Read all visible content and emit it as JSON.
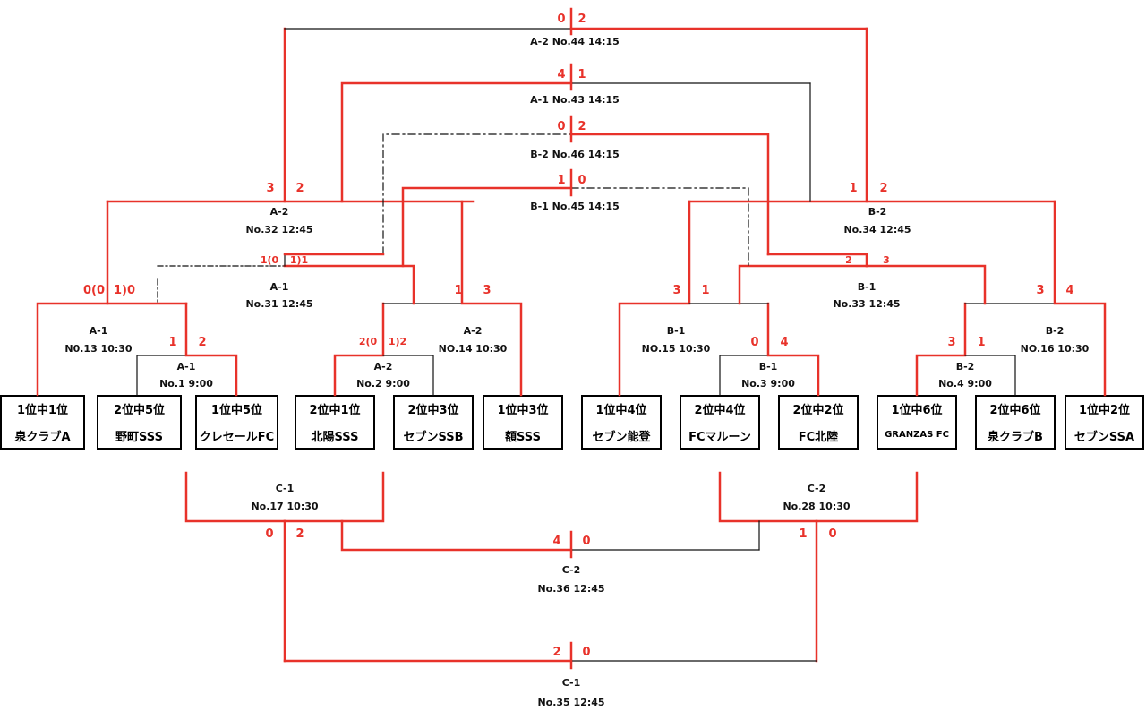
{
  "teams": [
    {
      "rank": "1位中1位",
      "name": "泉クラブA"
    },
    {
      "rank": "2位中5位",
      "name": "野町SSS"
    },
    {
      "rank": "1位中5位",
      "name": "クレセールFC"
    },
    {
      "rank": "2位中1位",
      "name": "北陽SSS"
    },
    {
      "rank": "2位中3位",
      "name": "セブンSSB"
    },
    {
      "rank": "1位中3位",
      "name": "額SSS"
    },
    {
      "rank": "1位中4位",
      "name": "セブン能登"
    },
    {
      "rank": "2位中4位",
      "name": "FCマルーン"
    },
    {
      "rank": "2位中2位",
      "name": "FC北陸"
    },
    {
      "rank": "1位中6位",
      "name": "GRANZAS FC"
    },
    {
      "rank": "2位中6位",
      "name": "泉クラブB"
    },
    {
      "rank": "1位中2位",
      "name": "セブンSSA"
    }
  ],
  "matches": {
    "m1": {
      "court": "A-1",
      "info": "No.1 9:00",
      "s1": "1",
      "s2": "2"
    },
    "m2": {
      "court": "A-2",
      "info": "No.2 9:00",
      "s1": "2(0",
      "s2": "1)2"
    },
    "m3": {
      "court": "B-1",
      "info": "No.3 9:00",
      "s1": "0",
      "s2": "4"
    },
    "m4": {
      "court": "B-2",
      "info": "No.4 9:00",
      "s1": "3",
      "s2": "1"
    },
    "m13": {
      "court": "A-1",
      "info": "N0.13 10:30",
      "s1": "0(0",
      "s2": "1)0"
    },
    "m14": {
      "court": "A-2",
      "info": "NO.14 10:30",
      "s1": "1",
      "s2": "3"
    },
    "m15": {
      "court": "B-1",
      "info": "NO.15 10:30",
      "s1": "3",
      "s2": "1"
    },
    "m16": {
      "court": "B-2",
      "info": "NO.16 10:30",
      "s1": "3",
      "s2": "4"
    },
    "m31": {
      "court": "A-1",
      "info": "No.31 12:45",
      "s1": "1(0",
      "s2": "1)1"
    },
    "m32": {
      "court": "A-2",
      "info": "No.32 12:45",
      "s1": "3",
      "s2": "2"
    },
    "m33": {
      "court": "B-1",
      "info": "No.33 12:45",
      "s1": "2",
      "s2": "3"
    },
    "m34": {
      "court": "B-2",
      "info": "No.34 12:45",
      "s1": "1",
      "s2": "2"
    },
    "m43": {
      "label": "A-1 No.43 14:15",
      "s1": "4",
      "s2": "1"
    },
    "m44": {
      "label": "A-2 No.44 14:15",
      "s1": "0",
      "s2": "2"
    },
    "m45": {
      "label": "B-1 No.45 14:15",
      "s1": "1",
      "s2": "0"
    },
    "m46": {
      "label": "B-2 No.46 14:15",
      "s1": "0",
      "s2": "2"
    },
    "m17": {
      "court": "C-1",
      "info": "No.17 10:30",
      "s1": "0",
      "s2": "2"
    },
    "m28": {
      "court": "C-2",
      "info": "No.28 10:30",
      "s1": "1",
      "s2": "0"
    },
    "m36": {
      "court": "C-2",
      "info": "No.36 12:45",
      "s1": "4",
      "s2": "0"
    },
    "m35": {
      "court": "C-1",
      "info": "No.35 12:45",
      "s1": "2",
      "s2": "0"
    }
  },
  "colors": {
    "winner_line": "#e8322a",
    "loser_line": "#111111",
    "score": "#e8322a"
  }
}
